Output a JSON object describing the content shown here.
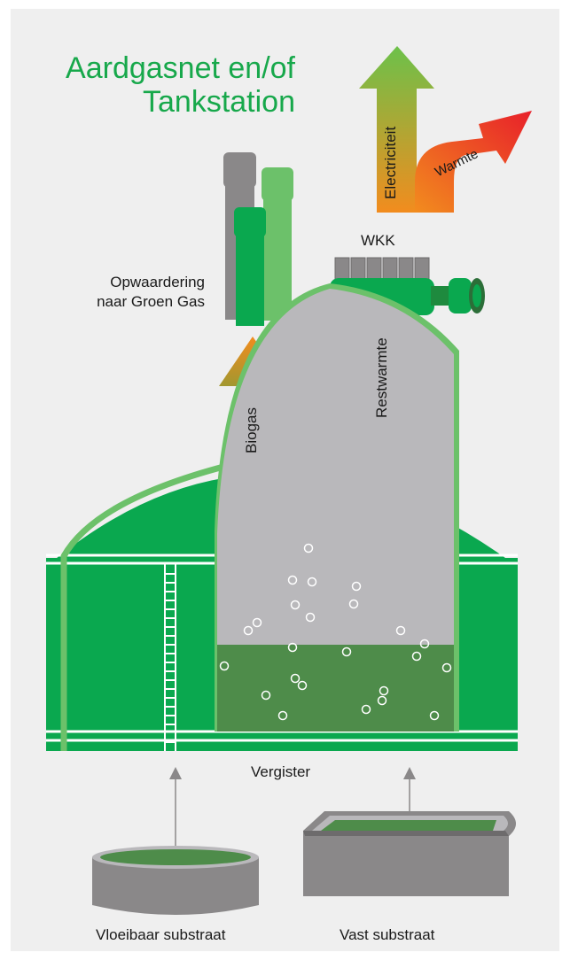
{
  "title": {
    "line1": "Aardgasnet en/of",
    "line2": "Tankstation"
  },
  "labels": {
    "electricity": "Electriciteit",
    "heat": "Warmte",
    "wkk": "WKK",
    "upgrading_line1": "Opwaardering",
    "upgrading_line2": "naar Groen Gas",
    "biogas": "Biogas",
    "residual_heat": "Restwarmte",
    "digester": "Vergister",
    "liquid_substrate": "Vloeibaar substraat",
    "solid_substrate": "Vast substraat"
  },
  "colors": {
    "green": "#0aa84f",
    "dark_green": "#4e8c4a",
    "light_green": "#6cc16a",
    "gray": "#8a8889",
    "light_gray": "#b9b8bb",
    "orange": "#f28c1e",
    "red": "#e8202a",
    "background": "#efefef"
  }
}
